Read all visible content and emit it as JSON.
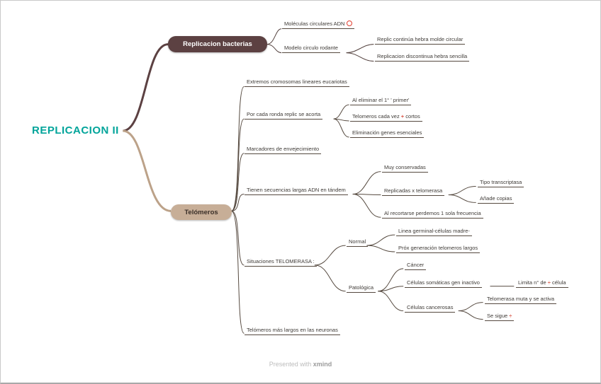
{
  "map": {
    "root": "REPLICACION II",
    "bacterias": {
      "label": "Replicacion bacterias",
      "moleculas": "Moléculas circulares ADN",
      "modelo": "Modelo circulo rodante",
      "replic_continua": "Replic continúa hebra molde circular",
      "replic_discontinua": "Replicacion discontinua hebra sencilla"
    },
    "telomeros": {
      "label": "Telómeros",
      "extremos": "Extremos cromosomas lineares eucariotas",
      "ronda": "Por cada ronda replic se acorta",
      "eliminar_primer": "Al eliminar el 1° ' primer'",
      "cortos_pre": "Telomeros cada vez ",
      "cortos_sym": "+",
      "cortos_post": " cortos",
      "genes": "Eliminación genes esenciales",
      "marcadores": "Marcadores de envejecimiento",
      "tandem": "Tienen secuencias largas ADN en tándem",
      "conservadas": "Muy conservadas",
      "replicadas": "Replicadas x telomerasa",
      "transcriptasa": "Tipo transcriptasa",
      "anade": "Añade copias",
      "recortarse": "Al recortarse perdemos 1 sola frecuencia",
      "situaciones": "Situaciones TELOMERASA :",
      "normal": "Normal",
      "germinal": "Linea germinal-células madre-",
      "prox": "Próx generación telomeros largos",
      "patologica": "Patológica",
      "cancer": "Cáncer",
      "somaticas": "Células somáticas gen inactivo",
      "limita_pre": "Limita n° de ",
      "limita_sym": "÷",
      "limita_post": " célula",
      "cancerosas": "Células cancerosas",
      "muta": "Telomerasa muta y se activa",
      "sigue_pre": "Se sigue ",
      "sigue_sym": "÷",
      "neuronas": "Telómeros más largos en las neuronas"
    }
  },
  "footer": {
    "prefix": "Presented with",
    "brand": "xmind"
  },
  "colors": {
    "root_text": "#00a49a",
    "bacterias_fill": "#5c4142",
    "telomeros_fill": "#c7ae97",
    "branch_line": "#55493f",
    "accent_red": "#e23d2e"
  }
}
